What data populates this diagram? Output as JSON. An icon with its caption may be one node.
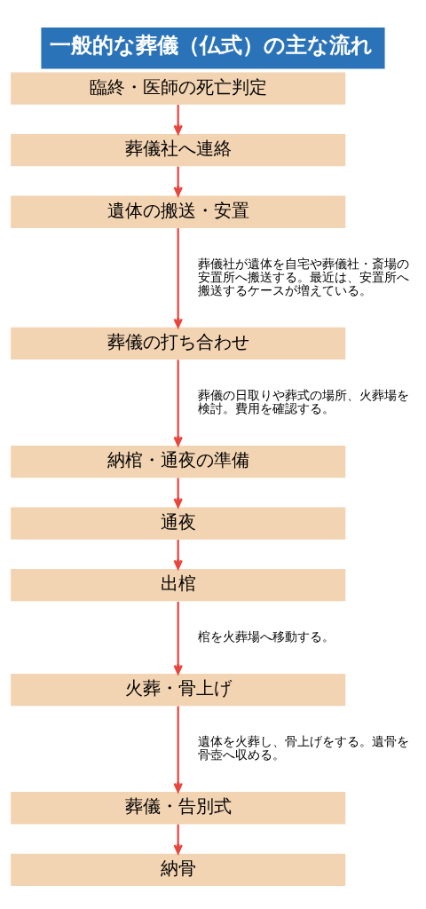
{
  "diagram": {
    "title": "一般的な葬儀（仏式）の主な流れ",
    "nodes": [
      {
        "text": [
          "臨終・医師の死亡判定"
        ]
      },
      {
        "text": [
          "葬儀社へ連絡"
        ]
      },
      {
        "text": [
          "遺体の搬送・安置"
        ]
      },
      {
        "text": [
          "葬儀の打ち合わせ"
        ]
      },
      {
        "text": [
          "納棺・通夜の準備"
        ]
      },
      {
        "text": [
          "通夜"
        ]
      },
      {
        "text": [
          "出棺"
        ]
      },
      {
        "text": [
          "火葬・骨上げ"
        ]
      },
      {
        "text": [
          "葬儀・告別式"
        ]
      },
      {
        "text": [
          "納骨"
        ]
      }
    ],
    "edges": [
      {
        "from": 0,
        "to": 1,
        "arrow": "to"
      },
      {
        "from": 1,
        "to": 2,
        "arrow": "to"
      },
      {
        "from": 2,
        "to": 3,
        "arrow": "to",
        "label": "葬儀社が遺体を自宅や葬儀社・斎場の安置所へ搬送する。最近は、安置所へ搬送するケースが増えている。"
      },
      {
        "from": 3,
        "to": 4,
        "arrow": "to",
        "label": "葬儀の日取りや葬式の場所、火葬場を検討。費用を確認する。"
      },
      {
        "from": 4,
        "to": 5,
        "arrow": "to"
      },
      {
        "from": 5,
        "to": 6,
        "arrow": "to"
      },
      {
        "from": 6,
        "to": 7,
        "arrow": "to",
        "label": "棺を火葬場へ移動する。"
      },
      {
        "from": 7,
        "to": 8,
        "arrow": "to",
        "label": "遺体を火葬し、骨上げをする。遺骨を骨壺へ収める。"
      },
      {
        "from": 8,
        "to": 9,
        "arrow": "to"
      }
    ]
  }
}
